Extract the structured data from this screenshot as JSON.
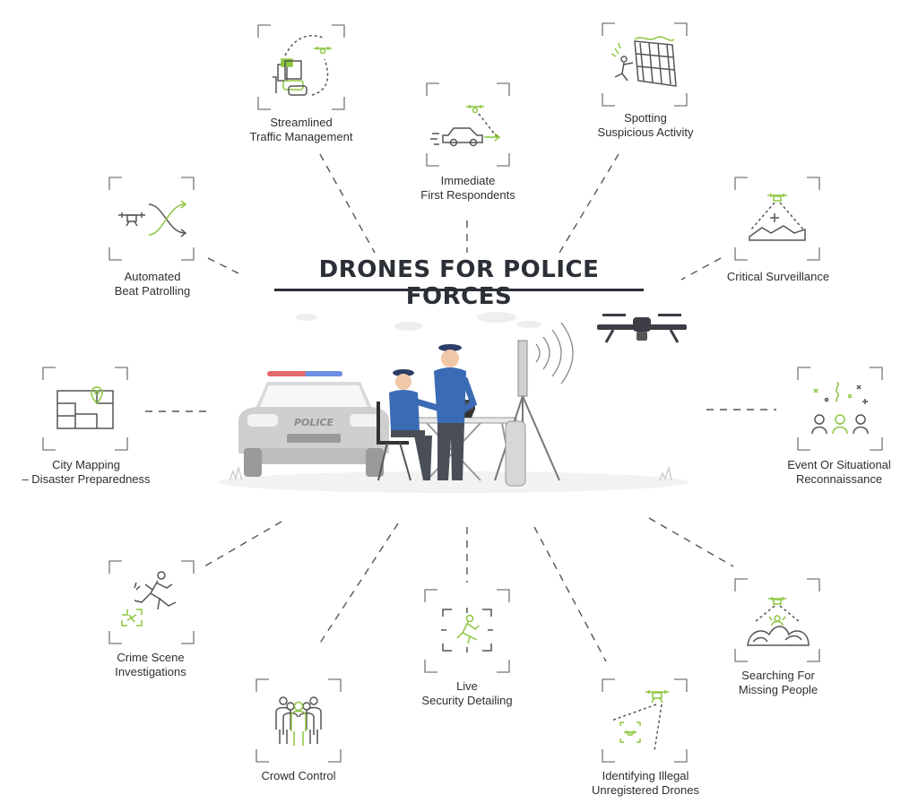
{
  "title": "DRONES FOR POLICE FORCES",
  "accent_color": "#8cc63f",
  "line_color": "#555555",
  "car_label": "POLICE",
  "items": [
    {
      "id": "traffic",
      "icon": "traffic-drone-icon",
      "line1": "Streamlined",
      "line2": "Traffic Management"
    },
    {
      "id": "first",
      "icon": "car-drone-icon",
      "line1": "Immediate",
      "line2": "First Respondents"
    },
    {
      "id": "spotting",
      "icon": "fence-climber-icon",
      "line1": "Spotting",
      "line2": "Suspicious Activity"
    },
    {
      "id": "patrol",
      "icon": "patrol-drone-icon",
      "line1": "Automated",
      "line2": "Beat Patrolling"
    },
    {
      "id": "surveillance",
      "icon": "surveillance-drone-icon",
      "line1": "Critical Surveillance",
      "line2": ""
    },
    {
      "id": "mapping",
      "icon": "map-pin-icon",
      "line1": "City Mapping",
      "line2": "– Disaster Preparedness"
    },
    {
      "id": "event",
      "icon": "crowd-event-icon",
      "line1": "Event Or Situational",
      "line2": "Reconnaissance"
    },
    {
      "id": "crime",
      "icon": "running-suspect-icon",
      "line1": "Crime Scene",
      "line2": "Investigations"
    },
    {
      "id": "security",
      "icon": "security-target-icon",
      "line1": "Live",
      "line2": "Security Detailing"
    },
    {
      "id": "missing",
      "icon": "search-people-icon",
      "line1": "Searching For",
      "line2": "Missing People"
    },
    {
      "id": "crowd",
      "icon": "crowd-people-icon",
      "line1": "Crowd Control",
      "line2": ""
    },
    {
      "id": "illegal",
      "icon": "illegal-drone-icon",
      "line1": "Identifying Illegal",
      "line2": "Unregistered Drones"
    }
  ]
}
